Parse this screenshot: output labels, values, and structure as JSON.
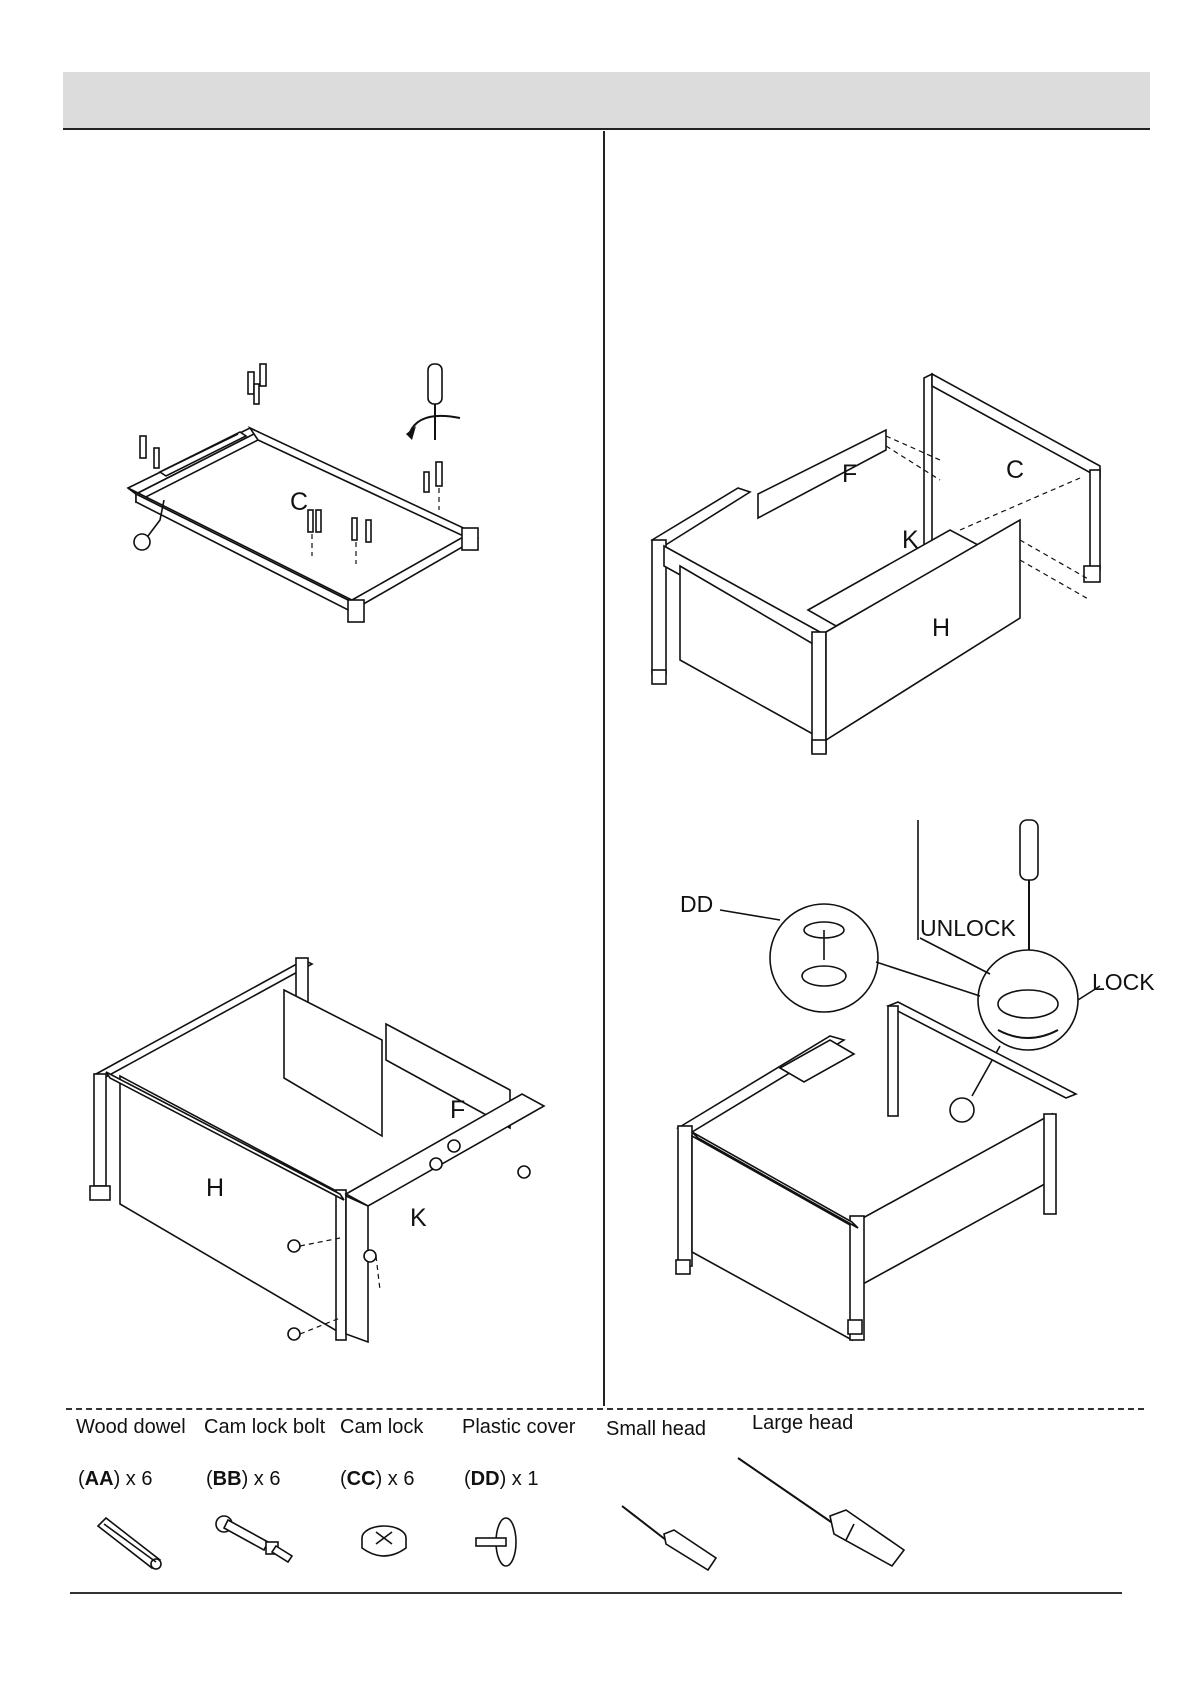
{
  "panels": {
    "step1": {
      "label_c": "C"
    },
    "step2": {
      "label_c": "C",
      "label_f": "F",
      "label_k": "K",
      "label_h": "H"
    },
    "step3": {
      "label_h": "H",
      "label_f": "F",
      "label_k": "K"
    },
    "step4": {
      "label_dd": "DD",
      "label_unlock": "UNLOCK",
      "label_lock": "LOCK"
    }
  },
  "parts": [
    {
      "name": "Wood dowel",
      "code": "AA",
      "qty": " x 6",
      "icon": "wood-dowel-icon"
    },
    {
      "name": "Cam lock bolt",
      "code": "BB",
      "qty": " x 6",
      "icon": "cam-lock-bolt-icon"
    },
    {
      "name": "Cam lock",
      "code": "CC",
      "qty": " x 6",
      "icon": "cam-lock-icon"
    },
    {
      "name": "Plastic cover",
      "code": "DD",
      "qty": " x 1",
      "icon": "plastic-cover-icon"
    }
  ],
  "tools": [
    {
      "name": "Small head",
      "icon": "small-screwdriver-icon"
    },
    {
      "name": "Large head",
      "icon": "large-screwdriver-icon"
    }
  ],
  "colors": {
    "header_bar": "#dcdcdc",
    "line": "#111111"
  }
}
